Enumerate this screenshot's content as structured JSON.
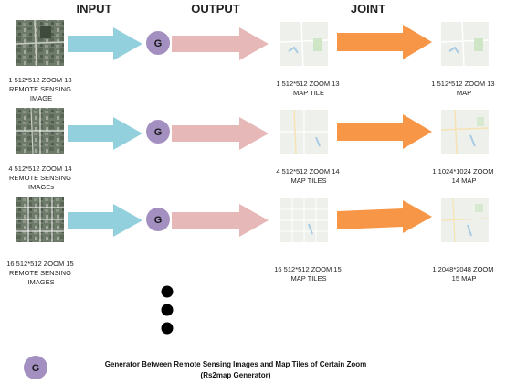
{
  "headers": {
    "input": "INPUT",
    "output": "OUTPUT",
    "joint": "JOINT"
  },
  "generator_symbol": "G",
  "rows": [
    {
      "input_lines": [
        "1 512*512 ZOOM 13",
        "REMOTE SENSING",
        "IMAGE"
      ],
      "output_lines": [
        "1 512*512 ZOOM 13",
        "MAP TILE"
      ],
      "joint_lines": [
        "1 512*512 ZOOM 13",
        "MAP"
      ]
    },
    {
      "input_lines": [
        "4 512*512 ZOOM 14",
        "REMOTE SENSING",
        "IMAGEs"
      ],
      "output_lines": [
        "4 512*512 ZOOM 14",
        "MAP TILES"
      ],
      "joint_lines": [
        "1 1024*1024 ZOOM",
        "14 MAP"
      ]
    },
    {
      "input_lines": [
        "16 512*512 ZOOM 15",
        "REMOTE SENSING",
        "IMAGES"
      ],
      "output_lines": [
        "16 512*512 ZOOM 15",
        "MAP TILES"
      ],
      "joint_lines": [
        "1 2048*2048 ZOOM",
        "15 MAP"
      ]
    }
  ],
  "legend": {
    "symbol": "G",
    "line1": "Generator Between Remote Sensing Images and Map Tiles of Certain Zoom",
    "line2": "(Rs2map Generator)"
  },
  "colors": {
    "input_arrow": "#92d0de",
    "output_arrow": "#e6b9b8",
    "joint_arrow": "#f79646",
    "generator": "#a48fc1",
    "ellipsis_dot": "#000000"
  },
  "icons": {
    "satellite_image": "satellite-image-thumbnail",
    "map_tile": "map-tile-thumbnail",
    "ellipsis": "vertical-ellipsis-dots"
  }
}
